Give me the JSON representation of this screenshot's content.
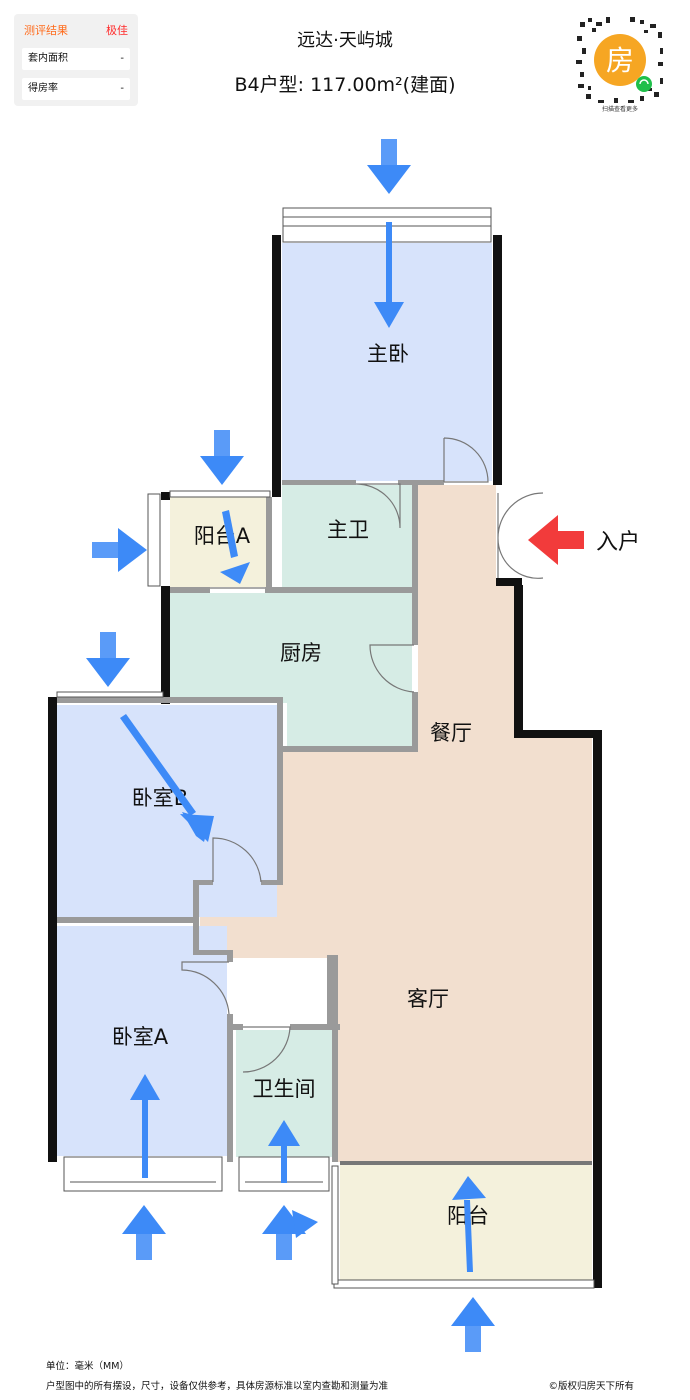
{
  "score": {
    "header_label": "测评结果",
    "header_value": "极佳",
    "rows": [
      {
        "label": "套内面积",
        "value": "-"
      },
      {
        "label": "得房率",
        "value": "-"
      }
    ]
  },
  "header": {
    "project": "远达·天屿城",
    "unit_line": "B4户型: 117.00m²(建面)"
  },
  "qr": {
    "badge_char": "房",
    "caption": "扫描查看更多"
  },
  "rooms": {
    "master_bedroom": "主卧",
    "balcony_a": "阳台A",
    "master_bath": "主卫",
    "kitchen": "厨房",
    "dining": "餐厅",
    "bedroom_b": "卧室B",
    "living": "客厅",
    "bedroom_a": "卧室A",
    "bathroom": "卫生间",
    "balcony": "阳台"
  },
  "entry_label": "入户",
  "footer": {
    "unit": "单位：毫米（MM）",
    "disclaimer": "户型图中的所有摆设，尺寸，设备仅供参考，具体房源标准以室内查勘和测量为准",
    "copyright": "©版权归房天下所有"
  },
  "colors": {
    "bedroom": "#d7e3fb",
    "wet": "#d6ece5",
    "public": "#f2dfcf",
    "balcony": "#f4f1dc",
    "wall": "#111111",
    "inner_wall": "#9a9a9a",
    "arrow_blue": "#3d8af7",
    "arrow_red": "#f23b3b",
    "accent_orange": "#ff6a1a",
    "accent_red": "#ff2a2a"
  }
}
